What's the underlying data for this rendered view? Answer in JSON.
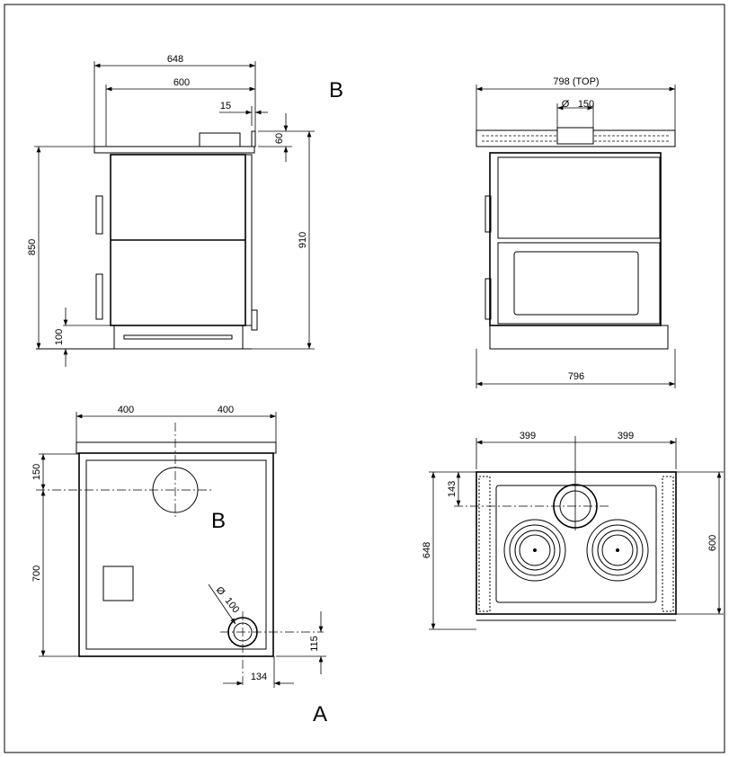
{
  "side_view": {
    "dims": {
      "overall_depth": "648",
      "body_depth": "600",
      "offset": "15",
      "top_step": "60",
      "total_height": "910",
      "hob_height": "850",
      "plinth": "100"
    },
    "label": "B"
  },
  "front_view": {
    "dims": {
      "top_width": "798  (TOP)",
      "flue_diameter": "150",
      "base_width": "796"
    },
    "diameter_symbol": "Ø"
  },
  "rear_plan_view": {
    "dims": {
      "left_half": "400",
      "right_half": "400",
      "flue_offset": "150",
      "depth": "700",
      "small_flue_diameter": "100",
      "small_flue_y": "115",
      "small_flue_x": "134"
    },
    "diameter_symbol": "Ø",
    "label_b": "B",
    "label_a": "A"
  },
  "top_view": {
    "dims": {
      "left_half": "399",
      "right_half": "399",
      "flue_offset": "143",
      "overall_depth": "648",
      "body_depth": "600"
    }
  }
}
